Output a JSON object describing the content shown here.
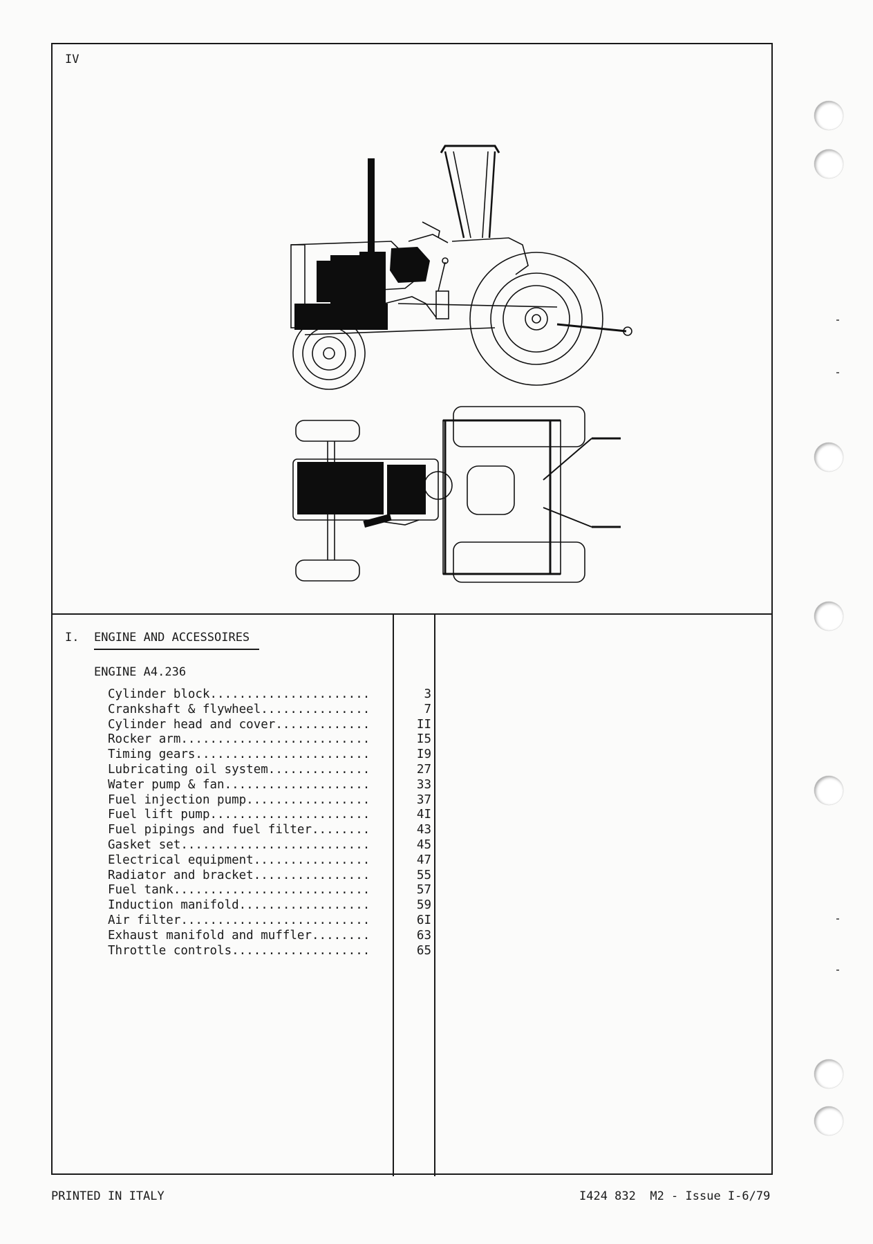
{
  "page_number": "IV",
  "section": {
    "number": "I.",
    "title": "ENGINE AND ACCESSOIRES",
    "subtitle": "ENGINE A4.236"
  },
  "toc": [
    {
      "label": "Cylinder block......................",
      "page": "3"
    },
    {
      "label": "Crankshaft & flywheel...............",
      "page": "7"
    },
    {
      "label": "Cylinder head and cover.............",
      "page": "II"
    },
    {
      "label": "Rocker arm..........................",
      "page": "I5"
    },
    {
      "label": "Timing gears........................",
      "page": "I9"
    },
    {
      "label": "Lubricating oil system..............",
      "page": "27"
    },
    {
      "label": "Water pump & fan....................",
      "page": "33"
    },
    {
      "label": "Fuel injection pump.................",
      "page": "37"
    },
    {
      "label": "Fuel lift pump......................",
      "page": "4I"
    },
    {
      "label": "Fuel pipings and fuel filter........",
      "page": "43"
    },
    {
      "label": "Gasket set..........................",
      "page": "45"
    },
    {
      "label": "Electrical equipment................",
      "page": "47"
    },
    {
      "label": "Radiator and bracket................",
      "page": "55"
    },
    {
      "label": "Fuel tank...........................",
      "page": "57"
    },
    {
      "label": "Induction manifold..................",
      "page": "59"
    },
    {
      "label": "Air filter..........................",
      "page": "6I"
    },
    {
      "label": "Exhaust manifold and muffler........",
      "page": "63"
    },
    {
      "label": "Throttle controls...................",
      "page": "65"
    }
  ],
  "footer": {
    "left": "PRINTED IN ITALY",
    "right": "I424 832  M2 - Issue I-6/79"
  }
}
